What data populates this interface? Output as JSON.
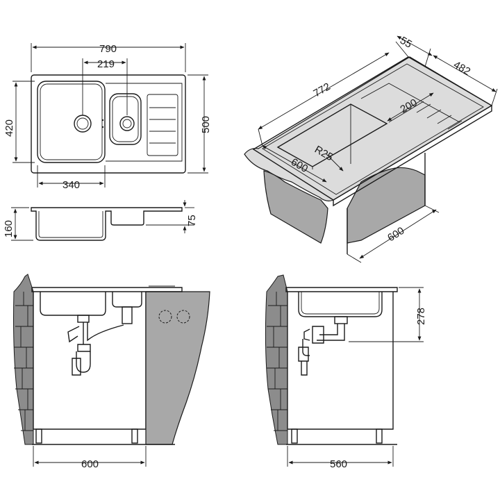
{
  "top_view": {
    "width": "790",
    "bowl_spacing": "219",
    "bowl_height": "420",
    "depth": "500",
    "bowl_width": "340"
  },
  "side_profile": {
    "total_depth": "160",
    "small_bowl_depth": "75"
  },
  "perspective_view": {
    "edge_width": "55",
    "overall_depth": "482",
    "length": "772",
    "drainer_length": "200",
    "corner_radius": "R25",
    "front_cabinet": "600",
    "side_cabinet": "600"
  },
  "front_view": {
    "cabinet_width": "600"
  },
  "side_view": {
    "cabinet_depth": "560",
    "drain_height": "278"
  }
}
